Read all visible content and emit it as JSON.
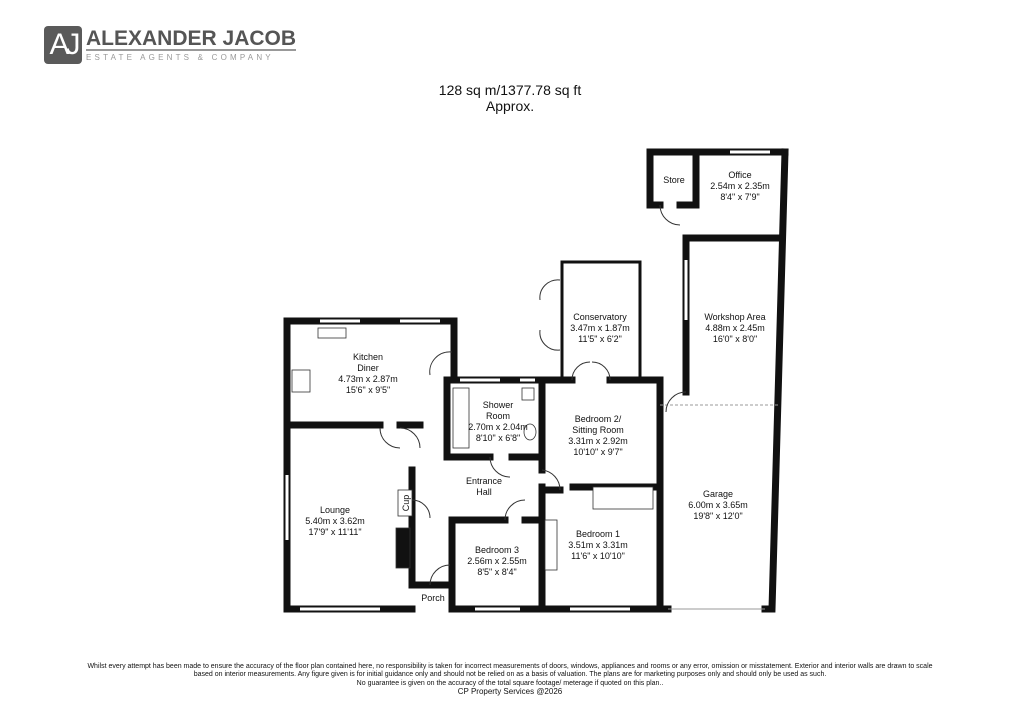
{
  "logo": {
    "mark": "AJ",
    "name": "ALEXANDER JACOB",
    "tagline": "ESTATE AGENTS & COMPANY"
  },
  "area": {
    "line1": "128 sq m/1377.78 sq ft",
    "line2": "Approx."
  },
  "rooms": [
    {
      "name": "Kitchen",
      "name2": "Diner",
      "metric": "4.73m x 2.87m",
      "imperial": "15'6\" x 9'5\""
    },
    {
      "name": "Lounge",
      "metric": "5.40m x 3.62m",
      "imperial": "17'9\" x 11'11\""
    },
    {
      "name": "Shower",
      "name2": "Room",
      "metric": "2.70m x 2.04m",
      "imperial": "8'10\" x 6'8\""
    },
    {
      "name": "Conservatory",
      "metric": "3.47m x 1.87m",
      "imperial": "11'5\" x 6'2\""
    },
    {
      "name": "Bedroom 2/",
      "name2": "Sitting Room",
      "metric": "3.31m x 2.92m",
      "imperial": "10'10\" x 9'7\""
    },
    {
      "name": "Entrance",
      "name2": "Hall"
    },
    {
      "name": "Bedroom 3",
      "metric": "2.56m x 2.55m",
      "imperial": "8'5\" x 8'4\""
    },
    {
      "name": "Bedroom 1",
      "metric": "3.51m x 3.31m",
      "imperial": "11'6\" x 10'10\""
    },
    {
      "name": "Porch"
    },
    {
      "name": "Cup"
    },
    {
      "name": "Garage",
      "metric": "6.00m x 3.65m",
      "imperial": "19'8\" x 12'0\""
    },
    {
      "name": "Workshop Area",
      "metric": "4.88m x 2.45m",
      "imperial": "16'0\" x 8'0\""
    },
    {
      "name": "Office",
      "metric": "2.54m x 2.35m",
      "imperial": "8'4\" x 7'9\""
    },
    {
      "name": "Store"
    }
  ],
  "disclaimer": {
    "line1": "Whilst every attempt has been made to ensure the accuracy of the floor plan contained here, no responsibility is taken for incorrect measurements of doors, windows, appliances and rooms or any error, omission or misstatement. Exterior and interior walls are drawn to scale",
    "line2": "based on interior measurements. Any figure given is for initial guidance only and should not be relied on as a basis of valuation. The plans are for marketing purposes only and should only be used as such.",
    "line3": "No guarantee is given on the accuracy of the total square footage/ meterage if quoted on this plan..",
    "credit": "CP Property Services @2026"
  }
}
